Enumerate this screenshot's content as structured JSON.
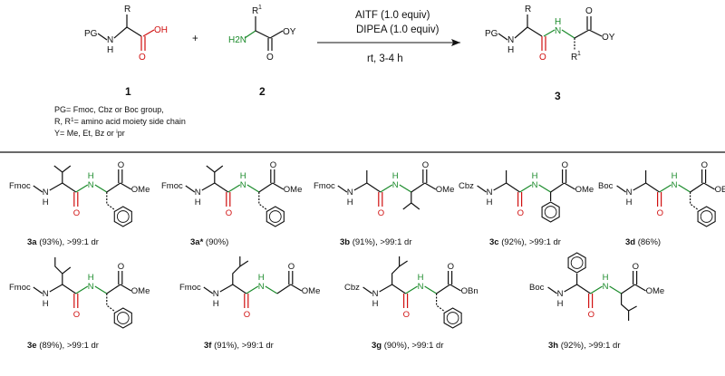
{
  "reaction": {
    "reactant1": {
      "pg": "PG",
      "nh": "N",
      "h": "H",
      "r": "R",
      "oh": "OH",
      "o": "O",
      "number": "1"
    },
    "plus": "+",
    "reactant2": {
      "r": "R",
      "r_sup": "1",
      "nh2": "H2N",
      "oy": "OY",
      "o": "O",
      "number": "2"
    },
    "conditions": {
      "reagent1": "AITF (1.0 equiv)",
      "reagent2": "DIPEA (1.0 equiv)",
      "time": "rt, 3-4 h"
    },
    "product": {
      "pg": "PG",
      "n": "N",
      "h": "H",
      "nh_n": "N",
      "nh_h": "H",
      "r": "R",
      "r1": "R",
      "r1_sup": "1",
      "oy": "OY",
      "o": "O",
      "number": "3"
    },
    "notes": {
      "line1": "PG= Fmoc, Cbz or Boc group,",
      "line2_a": "R, R",
      "line2_sup": "1",
      "line2_b": "= amino acid moiety side chain",
      "line3_a": "Y= Me, Et, Bz or ",
      "line3_sup": "i",
      "line3_b": "pr"
    }
  },
  "compounds": [
    {
      "pg": "Fmoc",
      "id": "3a",
      "yield": " (93%), >99:1 dr",
      "ester": "OMe"
    },
    {
      "pg": "Fmoc",
      "id": "3a*",
      "yield": " (90%)",
      "ester": "OMe"
    },
    {
      "pg": "Fmoc",
      "id": "3b",
      "yield": " (91%), >99:1 dr",
      "ester": "OMe"
    },
    {
      "pg": "Cbz",
      "id": "3c",
      "yield": " (92%), >99:1 dr",
      "ester": "OMe"
    },
    {
      "pg": "Boc",
      "id": "3d",
      "yield": " (86%)",
      "ester": "OEt"
    },
    {
      "pg": "Fmoc",
      "id": "3e",
      "yield": " (89%), >99:1 dr",
      "ester": "OMe"
    },
    {
      "pg": "Fmoc",
      "id": "3f",
      "yield": " (91%), >99:1 dr",
      "ester": "OMe"
    },
    {
      "pg": "Cbz",
      "id": "3g",
      "yield": " (90%), >99:1 dr",
      "ester": "OBn"
    },
    {
      "pg": "Boc",
      "id": "3h",
      "yield": " (92%), >99:1 dr",
      "ester": "OMe"
    }
  ],
  "atom_labels": {
    "n": "N",
    "h": "H",
    "o": "O"
  },
  "colors": {
    "amide_oxygen": "#d01010",
    "amine_nitrogen": "#1a8a2a",
    "bond": "#111111"
  }
}
